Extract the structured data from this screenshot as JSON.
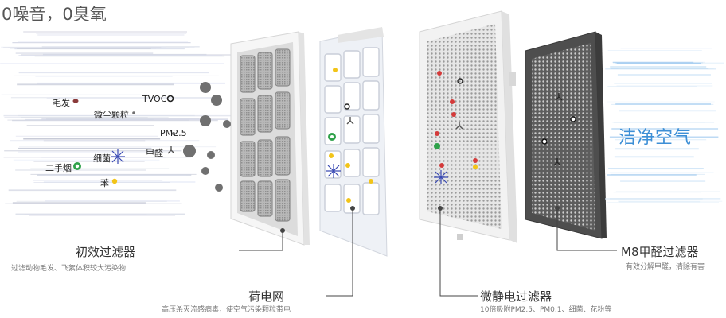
{
  "title": "0噪音，0臭氧",
  "pollutants": {
    "hair": "毛发",
    "dust": "微尘颗粒",
    "tvoc": "TVOC",
    "pm25": "PM2.5",
    "formaldehyde": "甲醛",
    "bacteria": "细菌",
    "smoke": "二手烟",
    "benzene": "苯"
  },
  "clean_air": "洁净空气",
  "filters": [
    {
      "name": "初效过滤器",
      "desc": "过滤动物毛发、飞絮体积较大污染物"
    },
    {
      "name": "荷电网",
      "desc": "高压杀灭流感病毒，使空气污染颗粒带电"
    },
    {
      "name": "微静电过滤器",
      "desc": "10倍吸附PM2.5、PM0.1、细菌、花粉等"
    },
    {
      "name": "M8甲醛过滤器",
      "desc": "有效分解甲醛，清除有害"
    }
  ],
  "colors": {
    "clean_text": "#3d8fd6",
    "carbon_panel": "#5a5a5a",
    "frame": "#f2f2f2"
  }
}
